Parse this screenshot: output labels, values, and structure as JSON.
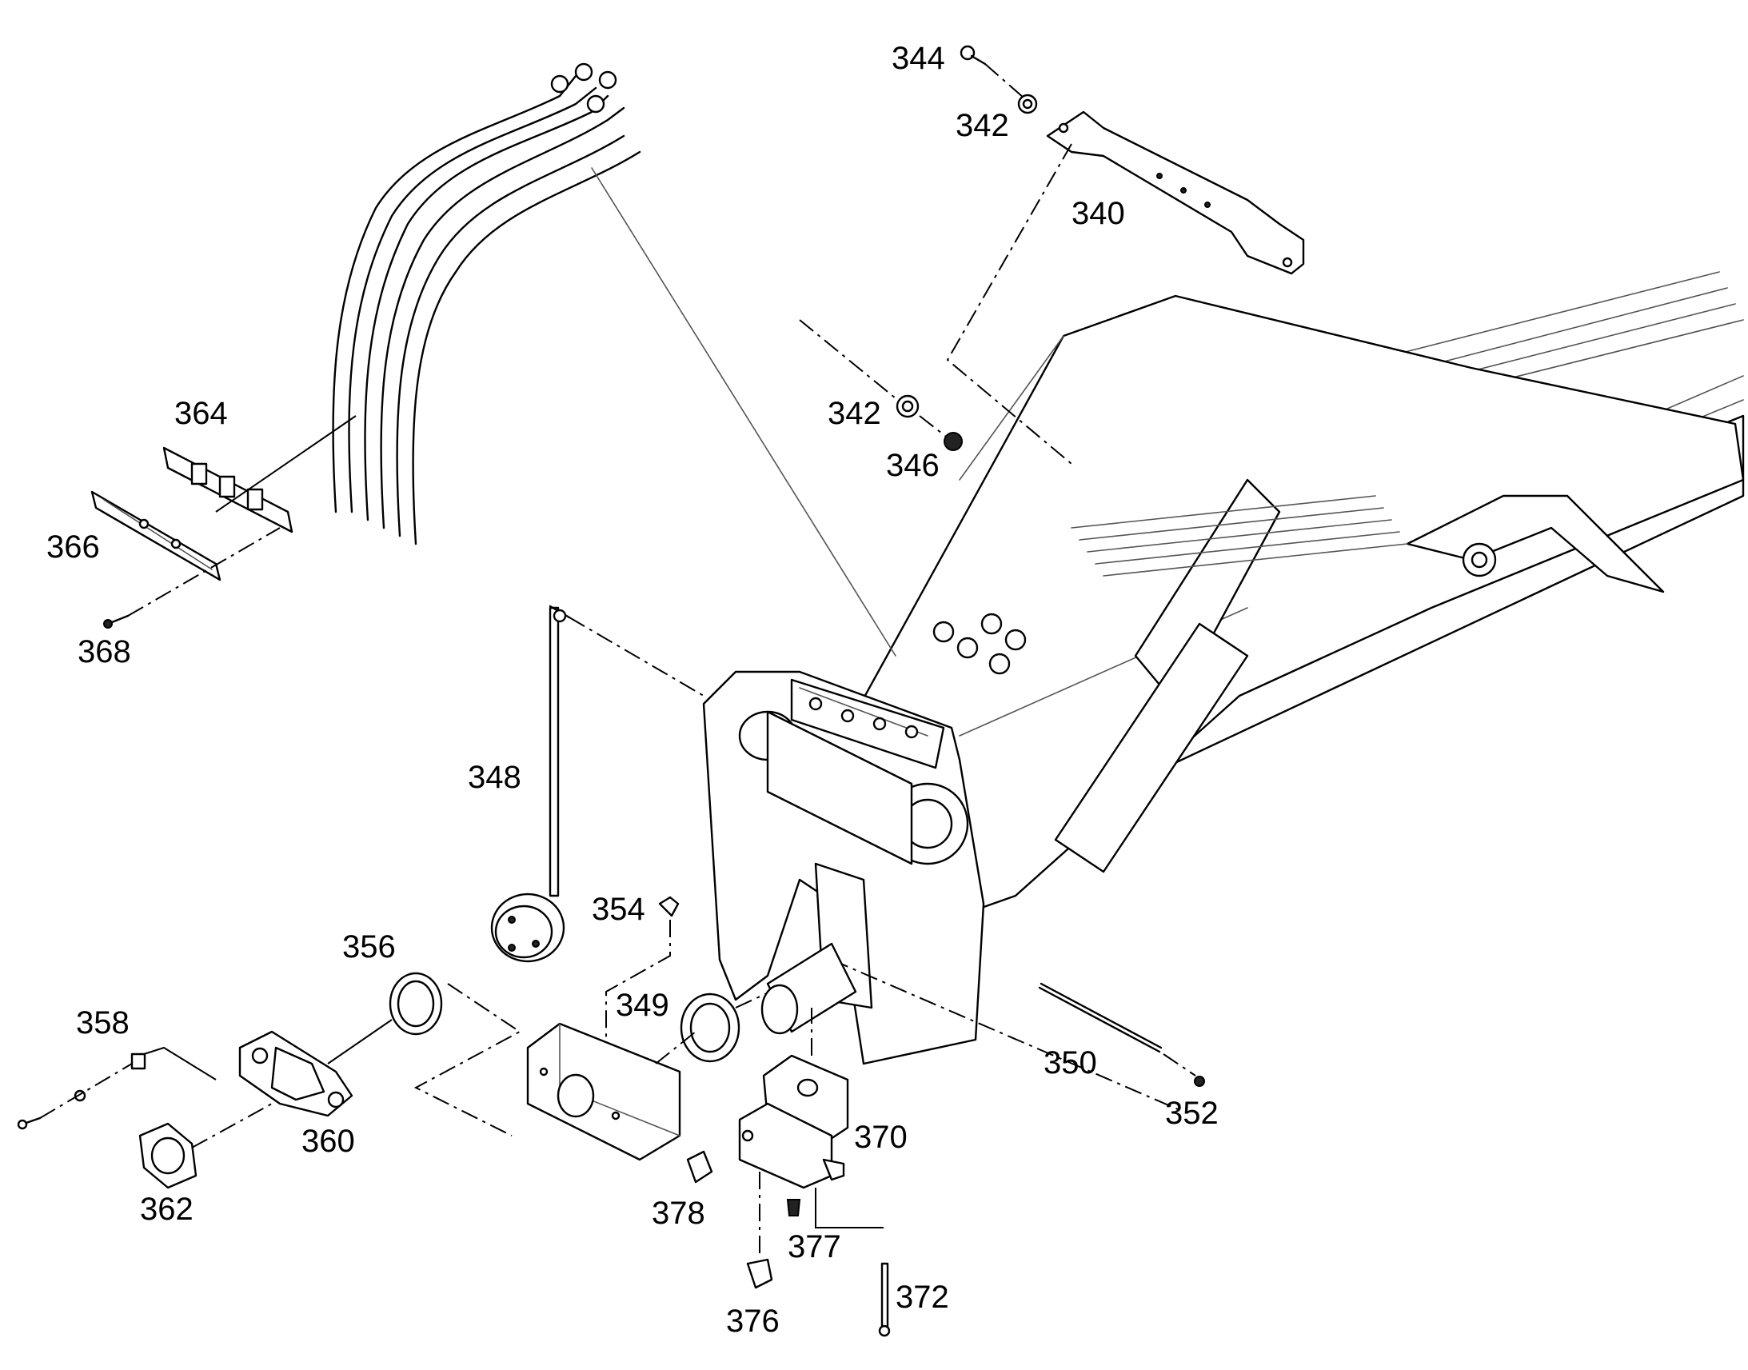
{
  "diagram": {
    "type": "exploded parts drawing",
    "line_color": "#000000",
    "background": "#ffffff"
  },
  "callouts": {
    "c344": "344",
    "c342a": "342",
    "c340": "340",
    "c342b": "342",
    "c346": "346",
    "c364": "364",
    "c366": "366",
    "c368": "368",
    "c348": "348",
    "c354": "354",
    "c356": "356",
    "c349": "349",
    "c358": "358",
    "c360": "360",
    "c362": "362",
    "c350": "350",
    "c352": "352",
    "c370": "370",
    "c378": "378",
    "c377": "377",
    "c376": "376",
    "c372": "372"
  }
}
